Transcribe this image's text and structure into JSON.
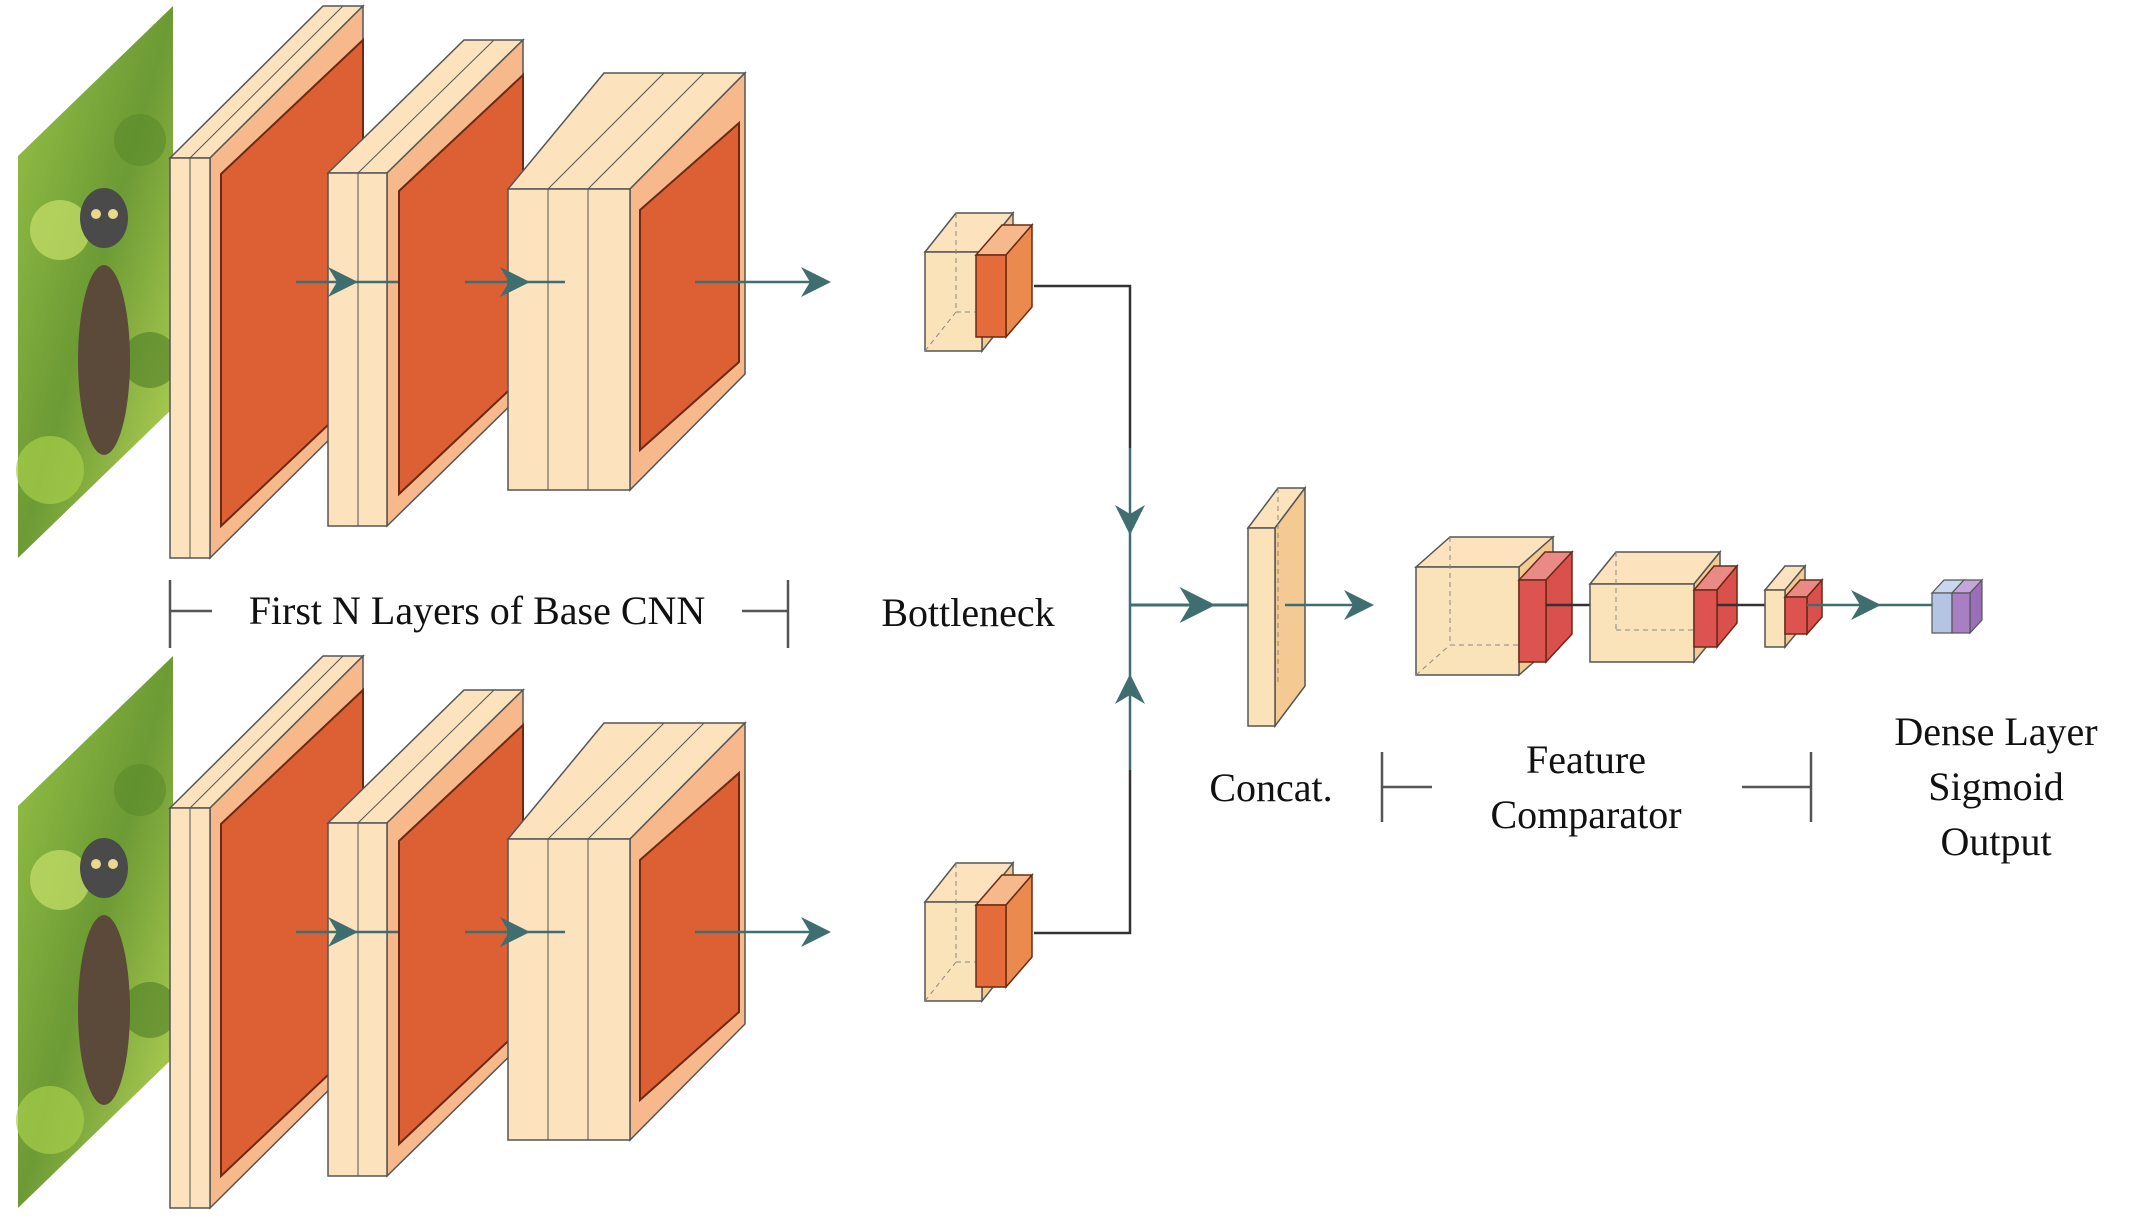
{
  "labels": {
    "base_cnn": "First N Layers of Base CNN",
    "bottleneck": "Bottleneck",
    "concat": "Concat.",
    "comparator_line1": "Feature",
    "comparator_line2": "Comparator",
    "dense_line1": "Dense Layer",
    "dense_line2": "Sigmoid",
    "dense_line3": "Output"
  },
  "inputs": [
    {
      "image": "owl-photo"
    },
    {
      "image": "owl-photo"
    }
  ],
  "colors": {
    "orange": "#dd6034",
    "cream": "#fbe3b9",
    "peach": "#fdd8ac",
    "red": "#dc5350",
    "connector": "#3f6e70",
    "line": "#333333",
    "blue": "#b3c5e3",
    "purple": "#a77fc2"
  }
}
